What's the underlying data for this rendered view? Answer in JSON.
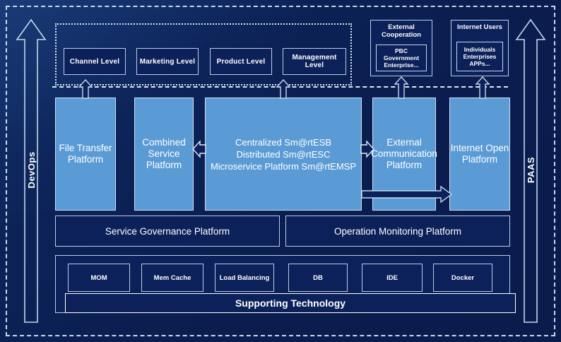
{
  "diagram": {
    "title": "Enterprise Service Platform Architecture",
    "colors": {
      "background": "#0a1d4e",
      "panel_dark": "#0c2159",
      "panel_light": "#5b9bd5",
      "outline": "#b9cde8",
      "text": "#ffffff"
    }
  },
  "side_arrows": {
    "left": {
      "label": "DevOps",
      "direction": "up"
    },
    "right": {
      "label": "PAAS",
      "direction": "up"
    }
  },
  "business_layer": {
    "levels": [
      {
        "label": "Channel Level"
      },
      {
        "label": "Marketing Level"
      },
      {
        "label": "Product Level"
      },
      {
        "label": "Management Level"
      }
    ]
  },
  "external_actors": [
    {
      "title": "External Cooperation",
      "detail": "PBC Government Enterprise..."
    },
    {
      "title": "Internet Users",
      "detail": "Individuals Enterprises APPs..."
    }
  ],
  "platform_layer": {
    "platforms": [
      {
        "label": "File Transfer Platform"
      },
      {
        "label": "Combined Service Platform"
      },
      {
        "label": "Centralized Sm@rtESB\nDistributed Sm@rtESC\nMicroservice Platform Sm@rtEMSP"
      },
      {
        "label": "External Communication Platform"
      },
      {
        "label": "Internet Open Platform"
      }
    ]
  },
  "management_layer": {
    "items": [
      {
        "label": "Service Governance Platform"
      },
      {
        "label": "Operation Monitoring Platform"
      }
    ]
  },
  "technology_layer": {
    "items": [
      {
        "label": "MOM"
      },
      {
        "label": "Mem Cache"
      },
      {
        "label": "Load Balancing"
      },
      {
        "label": "DB"
      },
      {
        "label": "IDE"
      },
      {
        "label": "Docker"
      }
    ],
    "banner": "Supporting Technology"
  }
}
